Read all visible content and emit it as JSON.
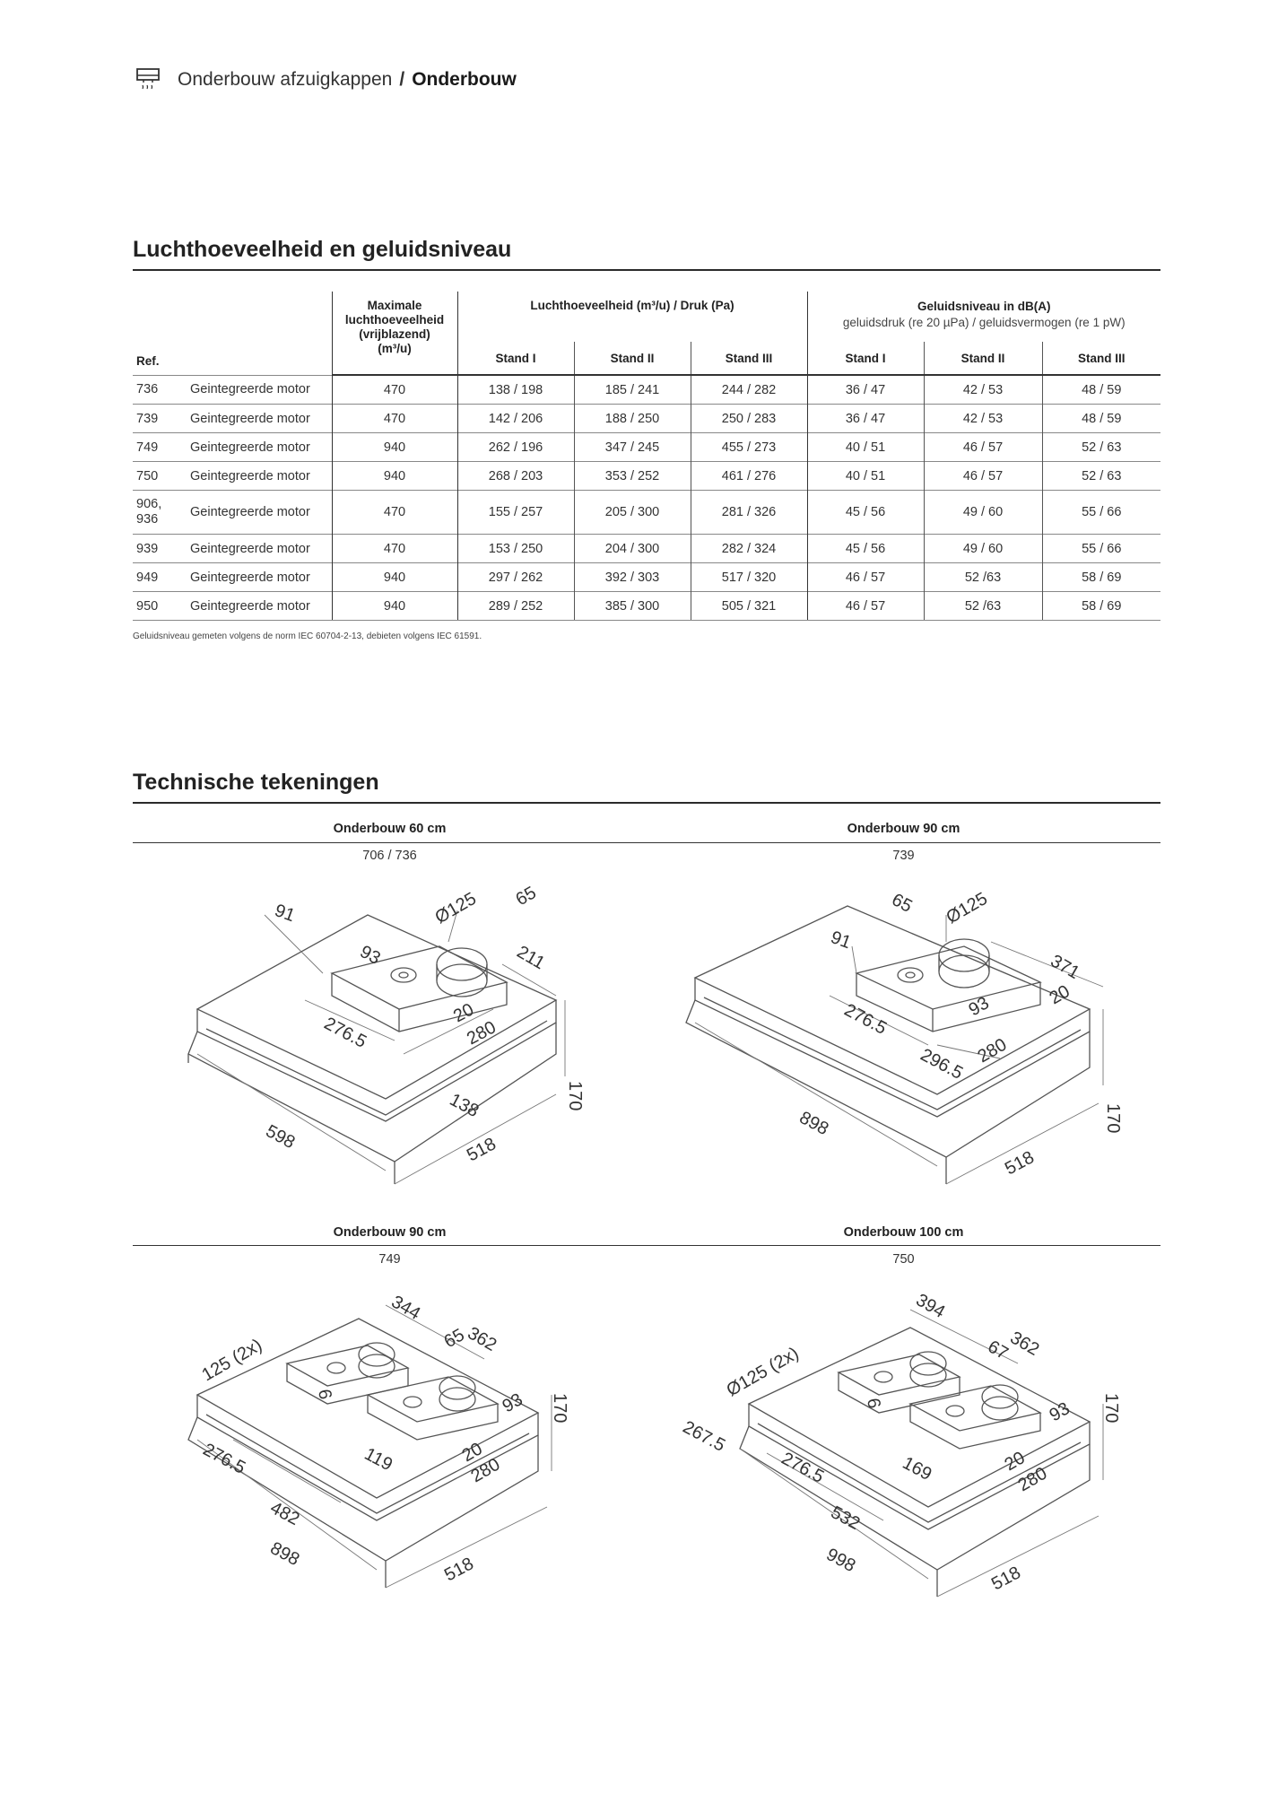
{
  "breadcrumb": {
    "icon": "hood-icon",
    "parent": "Onderbouw afzuigkappen",
    "separator": "/",
    "current": "Onderbouw"
  },
  "airflow_section": {
    "title": "Luchthoeveelheid en geluidsniveau",
    "headers": {
      "ref": "Ref.",
      "max_line1": "Maximale",
      "max_line2": "luchthoeveelheid",
      "max_line3": "(vrijblazend)",
      "max_line4": "(m³/u)",
      "airflow_group": "Luchthoeveelheid (m³/u) / Druk (Pa)",
      "noise_group": "Geluidsniveau in dB(A)",
      "noise_sub": "geluidsdruk (re 20 µPa) / geluidsvermogen (re 1 pW)",
      "stand1": "Stand I",
      "stand2": "Stand II",
      "stand3": "Stand III"
    },
    "rows": [
      {
        "ref": "736",
        "motor": "Geintegreerde motor",
        "max": "470",
        "a1": "138 / 198",
        "a2": "185 / 241",
        "a3": "244 / 282",
        "n1": "36 / 47",
        "n2": "42 / 53",
        "n3": "48 / 59"
      },
      {
        "ref": "739",
        "motor": "Geintegreerde motor",
        "max": "470",
        "a1": "142 / 206",
        "a2": "188 / 250",
        "a3": "250 / 283",
        "n1": "36 / 47",
        "n2": "42 / 53",
        "n3": "48 / 59"
      },
      {
        "ref": "749",
        "motor": "Geintegreerde motor",
        "max": "940",
        "a1": "262 / 196",
        "a2": "347 / 245",
        "a3": "455 / 273",
        "n1": "40 / 51",
        "n2": "46 / 57",
        "n3": "52 / 63"
      },
      {
        "ref": "750",
        "motor": "Geintegreerde motor",
        "max": "940",
        "a1": "268 / 203",
        "a2": "353 / 252",
        "a3": "461 / 276",
        "n1": "40 / 51",
        "n2": "46 / 57",
        "n3": "52 / 63"
      },
      {
        "ref": "906, 936",
        "motor": "Geintegreerde motor",
        "max": "470",
        "a1": "155 / 257",
        "a2": "205 / 300",
        "a3": "281 / 326",
        "n1": "45 / 56",
        "n2": "49 / 60",
        "n3": "55 / 66"
      },
      {
        "ref": "939",
        "motor": "Geintegreerde motor",
        "max": "470",
        "a1": "153 / 250",
        "a2": "204 / 300",
        "a3": "282 / 324",
        "n1": "45 / 56",
        "n2": "49 / 60",
        "n3": "55 / 66"
      },
      {
        "ref": "949",
        "motor": "Geintegreerde motor",
        "max": "940",
        "a1": "297 / 262",
        "a2": "392 / 303",
        "a3": "517 / 320",
        "n1": "46 / 57",
        "n2": "52 /63",
        "n3": "58 / 69"
      },
      {
        "ref": "950",
        "motor": "Geintegreerde motor",
        "max": "940",
        "a1": "289 / 252",
        "a2": "385 / 300",
        "a3": "505 / 321",
        "n1": "46 / 57",
        "n2": "52 /63",
        "n3": "58 / 69"
      }
    ],
    "footnote": "Geluidsniveau gemeten volgens de norm IEC 60704-2-13, debieten volgens IEC 61591."
  },
  "drawings_section": {
    "title": "Technische tekeningen",
    "drawings": [
      {
        "title": "Onderbouw 60 cm",
        "ref": "706 / 736",
        "dims": {
          "width": "598",
          "depth": "518",
          "height": "170",
          "duct": "Ø125",
          "a": "65",
          "b": "91",
          "c": "93",
          "d": "211",
          "e": "276.5",
          "f": "20",
          "g": "280",
          "h": "138"
        }
      },
      {
        "title": "Onderbouw 90 cm",
        "ref": "739",
        "dims": {
          "width": "898",
          "depth": "518",
          "height": "170",
          "duct": "Ø125",
          "a": "65",
          "b": "91",
          "c": "93",
          "d": "371",
          "e": "276.5",
          "f": "20",
          "g": "280",
          "h": "296.5"
        }
      },
      {
        "title": "Onderbouw 90 cm",
        "ref": "749",
        "dims": {
          "width": "898",
          "depth": "518",
          "height": "170",
          "duct": "125 (2x)",
          "a": "344",
          "b": "65",
          "c": "362",
          "d": "93",
          "e": "276.5",
          "f": "20",
          "g": "280",
          "h": "119",
          "i": "482",
          "j": "6"
        }
      },
      {
        "title": "Onderbouw 100 cm",
        "ref": "750",
        "dims": {
          "width": "998",
          "depth": "518",
          "height": "170",
          "duct": "Ø125 (2x)",
          "a": "394",
          "b": "67",
          "c": "362",
          "d": "93",
          "e": "276.5",
          "f": "20",
          "g": "280",
          "h": "169",
          "i": "532",
          "j": "6",
          "k": "267.5"
        }
      }
    ]
  }
}
